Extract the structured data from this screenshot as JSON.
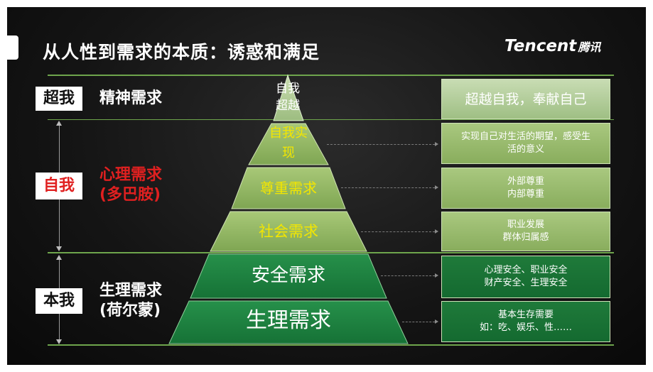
{
  "title": "从人性到需求的本质：诱惑和满足",
  "brand": {
    "text": "Tencent",
    "cn": "腾讯"
  },
  "levels": [
    {
      "box": "超我",
      "name_lines": [
        "精神需求"
      ],
      "name_color": "#ffffff"
    },
    {
      "box": "自我",
      "name_lines": [
        "心理需求",
        "(多巴胺)"
      ],
      "name_color": "#e02020",
      "box_color": "#e02020"
    },
    {
      "box": "本我",
      "name_lines": [
        "生理需求",
        "(荷尔蒙)"
      ],
      "name_color": "#ffffff"
    }
  ],
  "pyramid": [
    {
      "lines": [
        "自我",
        "超越"
      ],
      "color": "#ffffff"
    },
    {
      "lines": [
        "自我实",
        "现"
      ],
      "color": "#f3e600"
    },
    {
      "lines": [
        "尊重需求"
      ],
      "color": "#f3e600"
    },
    {
      "lines": [
        "社会需求"
      ],
      "color": "#f3e600"
    },
    {
      "lines": [
        "安全需求"
      ],
      "color": "#ffffff"
    },
    {
      "lines": [
        "生理需求"
      ],
      "color": "#ffffff"
    }
  ],
  "descriptions": [
    {
      "lines": [
        "超越自我，奉献自己"
      ]
    },
    {
      "lines": [
        "实现自己对生活的期望，感受生",
        "活的意义"
      ]
    },
    {
      "lines": [
        "外部尊重",
        "内部尊重"
      ]
    },
    {
      "lines": [
        "职业发展",
        "群体归属感"
      ]
    },
    {
      "lines": [
        "心理安全、职业安全",
        "财产安全、生理安全"
      ]
    },
    {
      "lines": [
        "基本生存需要",
        "如：吃、娱乐、性……"
      ]
    }
  ],
  "colors": {
    "accent_green": "#6ea54c",
    "dark_green": "#1f7a3a",
    "light_green": "#9fbf84",
    "red": "#e02020",
    "yellow": "#f3e600"
  }
}
